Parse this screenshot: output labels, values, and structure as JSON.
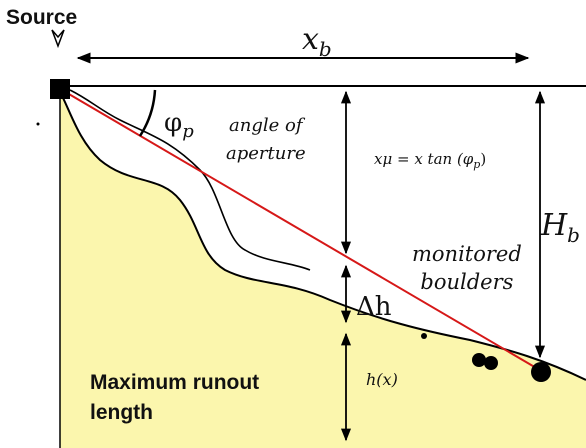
{
  "labels": {
    "source": "Source",
    "x_b": "x",
    "x_b_sub": "b",
    "phi_p": "φ",
    "phi_p_sub": "p",
    "angle_line1": "angle of",
    "angle_line2": "aperture",
    "formula": "xμ = x tan (φ",
    "formula_sub": "p",
    "formula_end": ")",
    "H_b": "H",
    "H_b_sub": "b",
    "monitored_line1": "monitored",
    "monitored_line2": "boulders",
    "delta_h": "Δh",
    "h_x": "h(x)",
    "runout_line1": "Maximum runout",
    "runout_line2": "length"
  },
  "colors": {
    "slope_fill": "#fbf6ad",
    "line_of_sight": "#d61818",
    "ink": "#000000"
  }
}
